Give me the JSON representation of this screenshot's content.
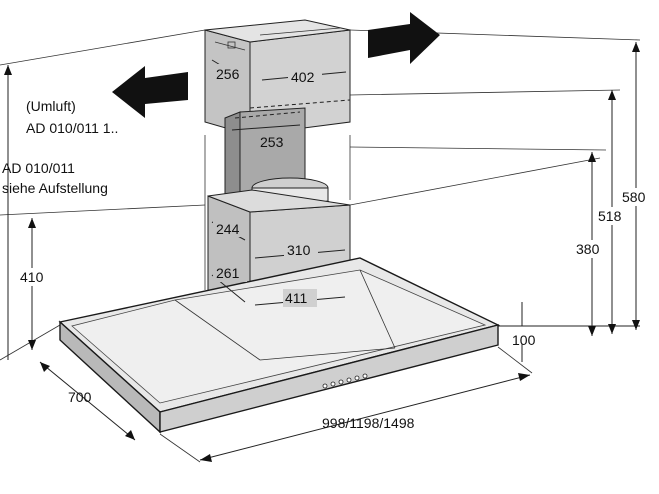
{
  "dimensions": {
    "d256": "256",
    "d402": "402",
    "d253": "253",
    "d244": "244",
    "d310": "310",
    "d261": "261",
    "d411": "411",
    "d410": "410",
    "d380": "380",
    "d518": "518",
    "d580": "580",
    "d100": "100",
    "d700": "700",
    "width": "998/1198/1498"
  },
  "notes": {
    "umluft_line1": "(Umluft)",
    "umluft_line2": "AD 010/011 1..",
    "ad_line1": "AD 010/011",
    "ad_line2": "siehe Aufstellung"
  },
  "colors": {
    "chimney_front": "#c9c9c9",
    "chimney_side": "#b3b3b3",
    "canopy_top": "#e6e6e6",
    "canopy_front": "#cfcfcf",
    "arrow": "#111111"
  },
  "icons": {
    "arrow_left": "arrow-left-icon",
    "arrow_right": "arrow-right-icon",
    "control_buttons": "control-buttons-icon"
  }
}
